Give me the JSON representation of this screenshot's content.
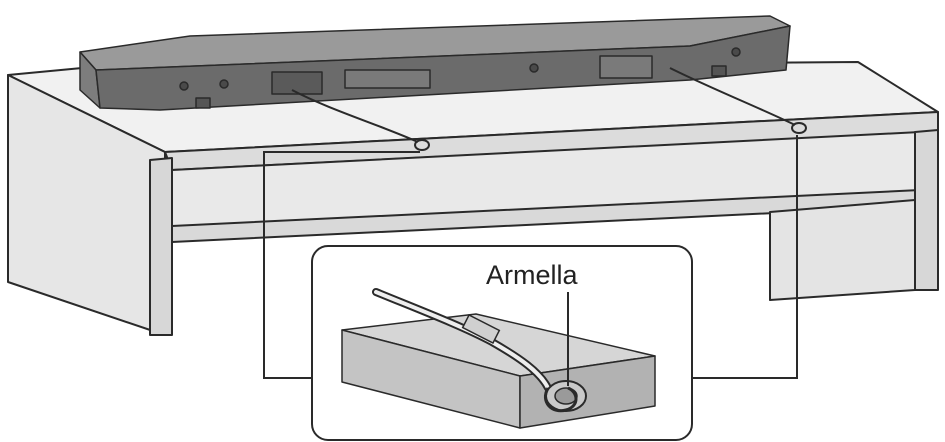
{
  "callout": {
    "label": "Armella"
  },
  "colors": {
    "outline": "#2a2a2a",
    "furniture_top": "#f1f1f1",
    "furniture_front": "#d7d7d7",
    "furniture_side": "#e6e6e6",
    "soundbar_body": "#6b6b6b",
    "soundbar_top": "#9a9a9a",
    "block_top": "#d6d6d6",
    "block_side": "#bdbdbd"
  },
  "icons": [
    "soundbar-illustration",
    "tv-stand-illustration",
    "safety-wire-illustration",
    "eyelet-ring-illustration"
  ]
}
